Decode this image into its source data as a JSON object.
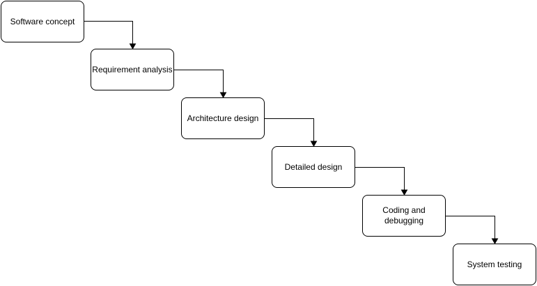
{
  "diagram": {
    "steps": [
      {
        "label": "Software concept"
      },
      {
        "label": "Requirement analysis"
      },
      {
        "label": "Architecture design"
      },
      {
        "label": "Detailed design"
      },
      {
        "label": "Coding and debugging"
      },
      {
        "label": "System testing"
      }
    ],
    "colors": {
      "stroke": "#000000",
      "fill": "#ffffff",
      "text": "#000000"
    }
  }
}
